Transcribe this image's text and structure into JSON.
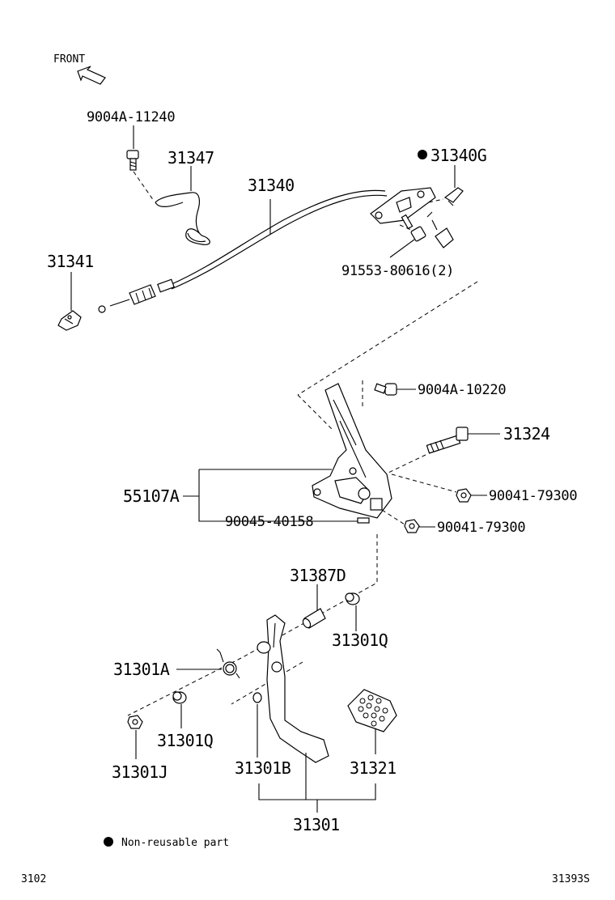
{
  "orientation": {
    "front_label": "FRONT"
  },
  "callouts": {
    "bolt_top": "9004A-11240",
    "clip_31347": "31347",
    "cable": "31340",
    "clamp_31341": "31341",
    "bracket_31340g": "31340G",
    "bolts_91553": "91553-80616(2)",
    "bolt_9004a": "9004A-10220",
    "bolt_31324": "31324",
    "support_55107a": "55107A",
    "nut_90041_a": "90041-79300",
    "pin_90045": "90045-40158",
    "nut_90041_b": "90041-79300",
    "collar_31387d": "31387D",
    "bush_31301q_a": "31301Q",
    "spring_31301a": "31301A",
    "bush_31301q_b": "31301Q",
    "nut_31301j": "31301J",
    "stopper_31301b": "31301B",
    "pad_31321": "31321",
    "pedal_assy": "31301"
  },
  "legend": {
    "symbol": "●",
    "text": "Non-reusable part"
  },
  "footer": {
    "left_code": "3102",
    "right_code": "31393S"
  },
  "non_reusable_marker": "●"
}
